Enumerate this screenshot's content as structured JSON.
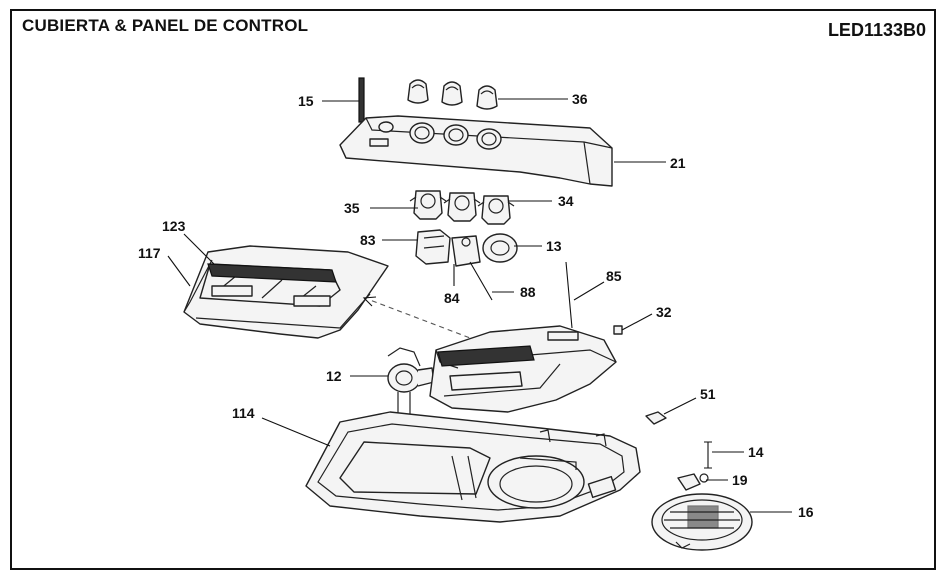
{
  "diagram": {
    "title": "CUBIERTA & PANEL DE CONTROL",
    "model": "LED1133B0"
  },
  "callouts": {
    "p15": "15",
    "p36": "36",
    "p21": "21",
    "p35": "35",
    "p34": "34",
    "p83": "83",
    "p13": "13",
    "p84": "84",
    "p88": "88",
    "p85": "85",
    "p123": "123",
    "p117": "117",
    "p32": "32",
    "p12": "12",
    "p51": "51",
    "p114": "114",
    "p14": "14",
    "p19": "19",
    "p16": "16"
  }
}
